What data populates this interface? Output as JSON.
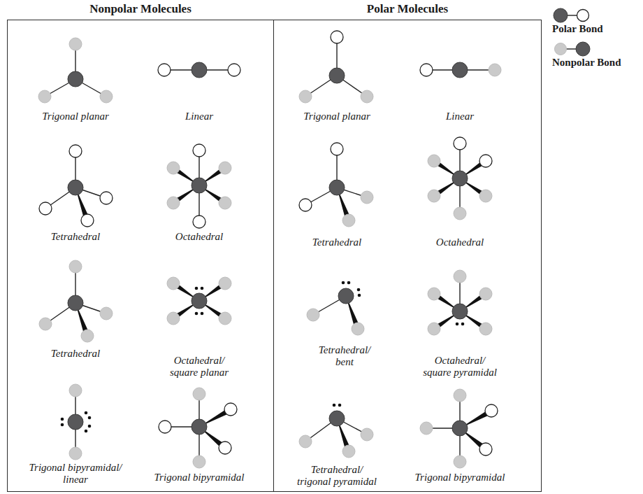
{
  "diagram": {
    "nodes": [
      {
        "text": [
          "Nonpolar Molecules"
        ]
      },
      {
        "text": [
          "Polar Molecules"
        ]
      }
    ],
    "labels": [
      "Trigonal planar",
      "Linear",
      "Tetrahedral",
      "Octahedral",
      "Tetrahedral",
      "Octahedral/ square planar",
      "Trigonal bipyramidal/ linear",
      "Trigonal bipyramidal",
      "Trigonal planar",
      "Linear",
      "Tetrahedral",
      "Octahedral",
      "Tetrahedral/ bent",
      "Octahedral/ square pyramidal",
      "Tetrahedral/ trigonal pyramidal",
      "Trigonal bipyramidal"
    ],
    "legend": [
      {
        "text": "Polar Bond"
      },
      {
        "text": "Nonpolar Bond"
      }
    ]
  }
}
